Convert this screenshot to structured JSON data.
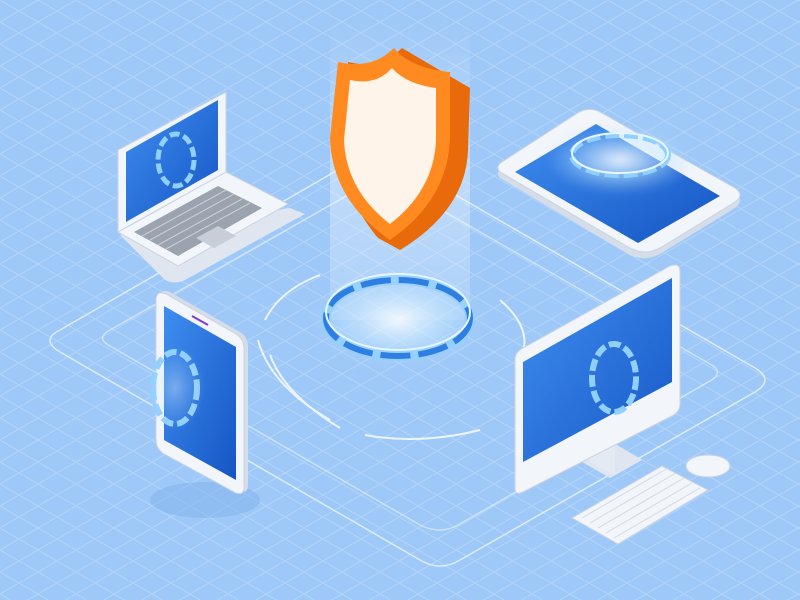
{
  "scene": {
    "colors": {
      "background": "#9ec8f7",
      "grid_line": "#b3d4fa",
      "glow": "#e6f6ff",
      "ring": "#2f7fe3",
      "ring_light": "#8fd0ff",
      "screen": "#1c66d6",
      "screen_light": "#3f8ef0",
      "device_frame": "#f2f5fa",
      "device_edge": "#c9d3e2",
      "keyboard": "#9aa3ae",
      "shield_orange": "#ff8a1f",
      "shield_orange_dark": "#e86a0a",
      "shield_inner": "#fff4ea",
      "platform_line": "#e9f3ff"
    },
    "objects": [
      "security-shield-icon",
      "laptop",
      "tablet-landscape",
      "smartphone",
      "desktop-monitor",
      "keyboard",
      "mouse",
      "network-platform"
    ]
  }
}
